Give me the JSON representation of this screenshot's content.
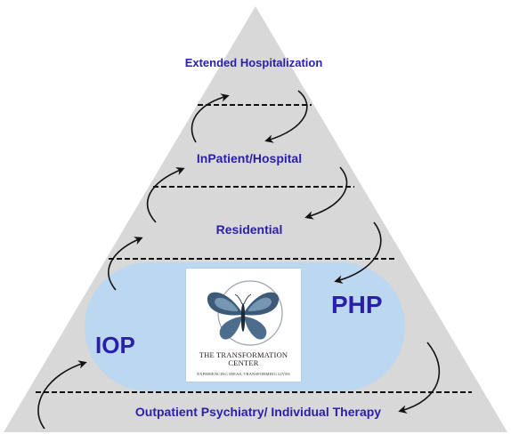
{
  "levels": {
    "extended": "Extended Hospitalization",
    "inpatient": "InPatient/Hospital",
    "residential": "Residential",
    "php": "PHP",
    "iop": "IOP",
    "outpatient": "Outpatient Psychiatry/ Individual Therapy"
  },
  "logo": {
    "title_line1": "The Transformation",
    "title_line2": "Center",
    "tagline": "Experiencing Ideas, Transforming Lives"
  },
  "colors": {
    "pyramid": "#d8d8d8",
    "highlight": "#bcd7f0",
    "label": "#2a1fa8",
    "arrow": "#111111",
    "divider": "#111111"
  },
  "icons": {
    "arrow": "curved-arrow-icon",
    "logo": "butterfly-logo-icon"
  }
}
